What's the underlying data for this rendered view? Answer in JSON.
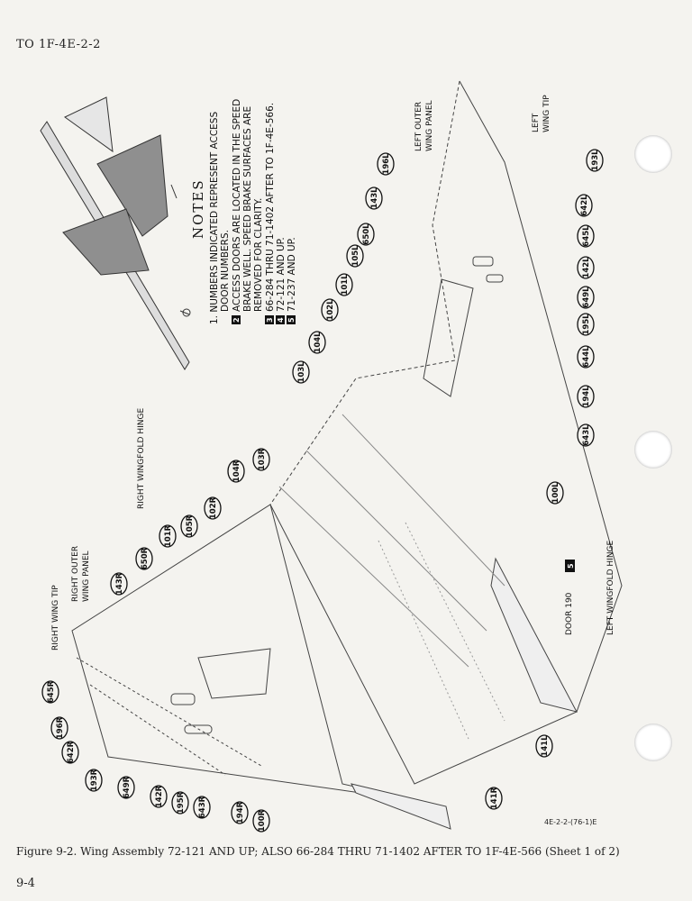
{
  "header": {
    "doc_id": "TO 1F-4E-2-2"
  },
  "notes": {
    "title": "NOTES",
    "items": [
      "1.  NUMBERS INDICATED REPRESENT ACCESS",
      "DOOR NUMBERS.",
      "ACCESS DOORS ARE LOCATED IN THE SPEED",
      "BRAKE WELL.  SPEED BRAKE SURFACES ARE",
      "REMOVED FOR CLARITY.",
      "66-284 THRU 71-1402 AFTER TO 1F-4E-566.",
      "72-121 AND UP.",
      "71-237 AND UP."
    ],
    "markers": [
      "2",
      "3",
      "4",
      "5"
    ]
  },
  "labels": {
    "right_wing_tip": "RIGHT WING TIP",
    "right_outer_wing_panel_1": "RIGHT OUTER",
    "right_outer_wing_panel_2": "WING PANEL",
    "right_wingfold_hinge": "RIGHT WINGFOLD HINGE",
    "left_outer_wing_panel_1": "LEFT OUTER",
    "left_outer_wing_panel_2": "WING PANEL",
    "left_wing_tip_1": "LEFT",
    "left_wing_tip_2": "WING TIP",
    "left_wingfold_hinge": "LEFT WINGFOLD HINGE",
    "door_190": "DOOR 190"
  },
  "callouts_right": [
    "645R",
    "196R",
    "642R",
    "193R",
    "649R",
    "142R",
    "195R",
    "643R",
    "194R",
    "100R",
    "141R",
    "143R",
    "650R",
    "101R",
    "105R",
    "102R",
    "104R",
    "103R"
  ],
  "callouts_left": [
    "196L",
    "193L",
    "143L",
    "642L",
    "650L",
    "645L",
    "105L",
    "142L",
    "101L",
    "649L",
    "102L",
    "195L",
    "104L",
    "644L",
    "103L",
    "194L",
    "643L",
    "100L",
    "141L"
  ],
  "figure": {
    "caption": "Figure 9-2.  Wing Assembly 72-121 AND UP; ALSO 66-284 THRU 71-1402 AFTER TO 1F-4E-566 (Sheet 1 of 2)",
    "drawing_id": "4E-2-2-(76-1)E"
  },
  "footer": {
    "page": "9-4"
  }
}
